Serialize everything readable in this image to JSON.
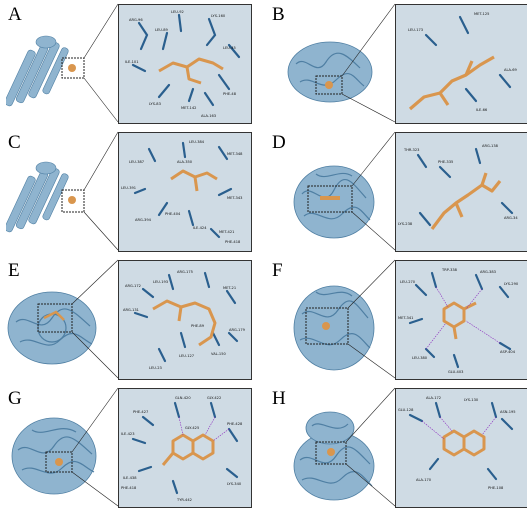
{
  "panels": [
    {
      "letter": "A",
      "residues": [
        "ARG-96",
        "LEU-92",
        "LYS-160",
        "ILE-101",
        "LEU-45",
        "LYS-83",
        "PHE-48",
        "MET-142",
        "LEU-89",
        "ALA-163"
      ]
    },
    {
      "letter": "B",
      "residues": [
        "MET-125",
        "LEU-173",
        "ALA-69",
        "ILE-66"
      ]
    },
    {
      "letter": "C",
      "residues": [
        "LEU-384",
        "LEU-387",
        "ALA-350",
        "MET-348",
        "LEU-391",
        "PHE-404",
        "MET-343",
        "ARG-394",
        "ILE-424",
        "MET-421",
        "PHE-418"
      ]
    },
    {
      "letter": "D",
      "residues": [
        "ARG-138",
        "THR-323",
        "PHE-335",
        "ARG-34",
        "LYS-238"
      ]
    },
    {
      "letter": "E",
      "residues": [
        "ARG-175",
        "LEU-193",
        "ARG-172",
        "MET-21",
        "ARG-131",
        "LEU-127",
        "VAL-150",
        "PHE-89",
        "ARG-179",
        "LEU-23"
      ]
    },
    {
      "letter": "F",
      "residues": [
        "TRP-338",
        "LEU-270",
        "ARG-383",
        "LYS-290",
        "MET-341",
        "ASP-404",
        "LEU-380",
        "GLU-403"
      ]
    },
    {
      "letter": "G",
      "residues": [
        "GLN-420",
        "PHE-427",
        "GLY-422",
        "ILE-423",
        "PHE-428",
        "GLY-425",
        "ILE-438",
        "TYR-442",
        "PHE-418",
        "LYS-340"
      ]
    },
    {
      "letter": "H",
      "residues": [
        "ALA-172",
        "GLU-128",
        "LYS-130",
        "ASN-195",
        "ALA-170",
        "PHE-108"
      ]
    }
  ],
  "colors": {
    "protein": "#8fb4cf",
    "protein_dark": "#4f7fa3",
    "ligand": "#d9964e",
    "residue": "#2a5f8e",
    "hbond": "#8a2bbf",
    "zoom_bg": "#cfdbe4"
  }
}
